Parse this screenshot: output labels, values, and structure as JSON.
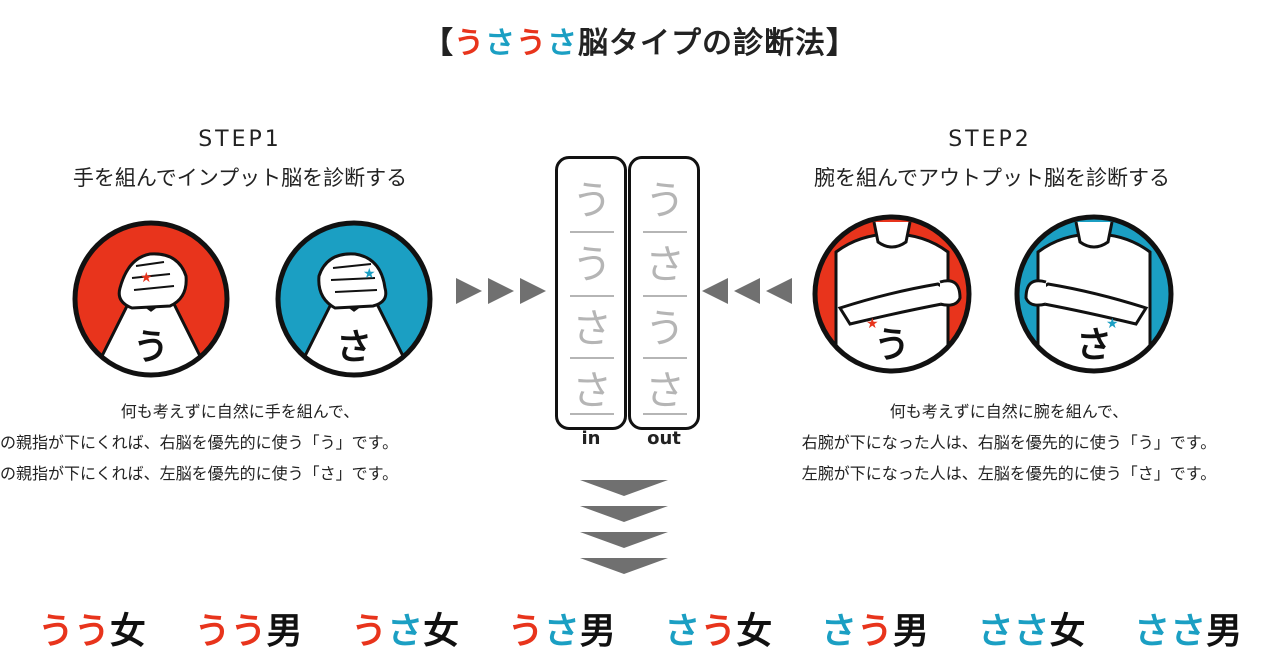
{
  "title": {
    "open": "【",
    "u1": "う",
    "s1": "さ",
    "u2": "う",
    "s2": "さ",
    "rest": "脳タイプの診断法",
    "close": "】"
  },
  "step1": {
    "label": "STEP1",
    "subtitle": "手を組んでインプット脳を診断する",
    "circle_left_char": "う",
    "circle_right_char": "さ",
    "desc_lines": [
      "何も考えずに自然に手を組んで、",
      "の親指が下にくれば、右脳を優先的に使う「う」です。",
      "の親指が下にくれば、左脳を優先的に使う「さ」です。"
    ]
  },
  "step2": {
    "label": "STEP2",
    "subtitle": "腕を組んでアウトプット脳を診断する",
    "circle_left_char": "う",
    "circle_right_char": "さ",
    "desc_lines": [
      "何も考えずに自然に腕を組んで、",
      "右腕が下になった人は、右脳を優先的に使う「う」です。",
      "左腕が下になった人は、左脳を優先的に使う「さ」です。"
    ]
  },
  "grid": {
    "in_label": "in",
    "out_label": "out",
    "in_col": [
      "う",
      "う",
      "さ",
      "さ"
    ],
    "out_col": [
      "う",
      "さ",
      "う",
      "さ"
    ]
  },
  "results": [
    {
      "a": "う",
      "b": "う",
      "g": "女"
    },
    {
      "a": "う",
      "b": "う",
      "g": "男"
    },
    {
      "a": "う",
      "b": "さ",
      "g": "女"
    },
    {
      "a": "う",
      "b": "さ",
      "g": "男"
    },
    {
      "a": "さ",
      "b": "う",
      "g": "女"
    },
    {
      "a": "さ",
      "b": "う",
      "g": "男"
    },
    {
      "a": "さ",
      "b": "さ",
      "g": "女"
    },
    {
      "a": "さ",
      "b": "さ",
      "g": "男"
    }
  ],
  "colors": {
    "u": "#e8341c",
    "sa": "#1b9fc3",
    "arrow": "#707070",
    "outline": "#111111"
  }
}
